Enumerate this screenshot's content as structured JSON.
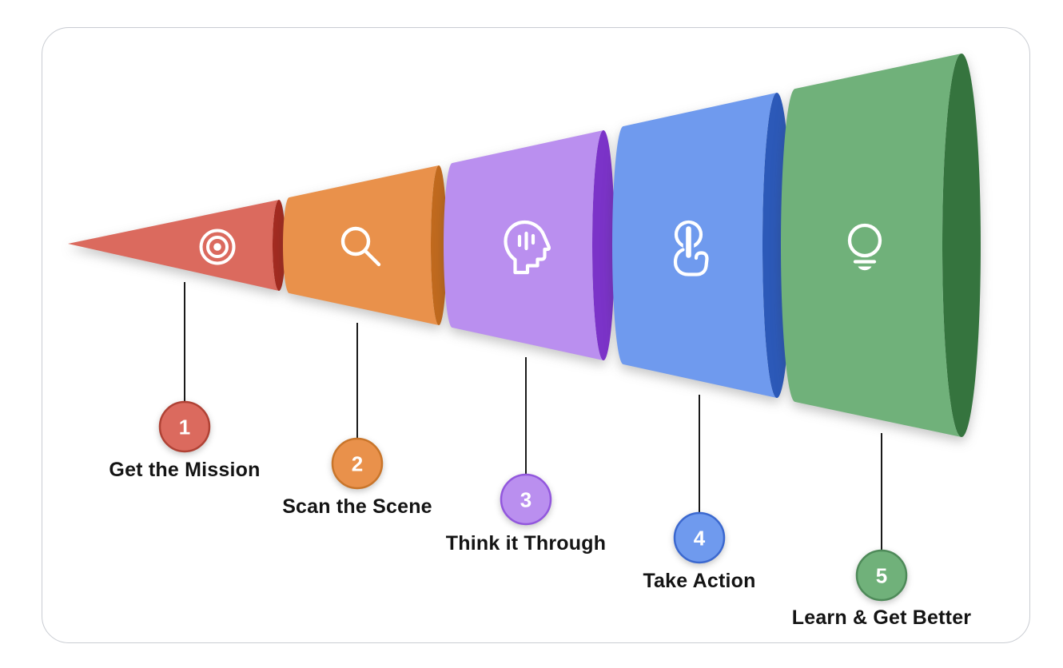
{
  "funnel": {
    "stages": [
      {
        "number": "1",
        "label": "Get the Mission",
        "icon": "target-icon",
        "body_color": "#DB6A5E",
        "edge_color": "#A42B20",
        "badge_border": "#B04235"
      },
      {
        "number": "2",
        "label": "Scan the Scene",
        "icon": "magnifier-icon",
        "body_color": "#E9914B",
        "edge_color": "#C16A1E",
        "badge_border": "#C9752A"
      },
      {
        "number": "3",
        "label": "Think it Through",
        "icon": "thinking-head-icon",
        "body_color": "#BA8FEF",
        "edge_color": "#7B33C8",
        "badge_border": "#9257DD"
      },
      {
        "number": "4",
        "label": "Take Action",
        "icon": "tap-hand-icon",
        "body_color": "#6F9AEE",
        "edge_color": "#2C59B8",
        "badge_border": "#3B68CF"
      },
      {
        "number": "5",
        "label": "Learn & Get Better",
        "icon": "lightbulb-icon",
        "body_color": "#70B17A",
        "edge_color": "#35743E",
        "badge_border": "#4E8A59"
      }
    ],
    "icon_color": "#FFFFFF",
    "number_color": "#FFFFFF",
    "connector_color": "#1A1A1A",
    "label_color": "#141414",
    "card_border_color": "#C9CCD2",
    "background_color": "#FFFFFF"
  }
}
